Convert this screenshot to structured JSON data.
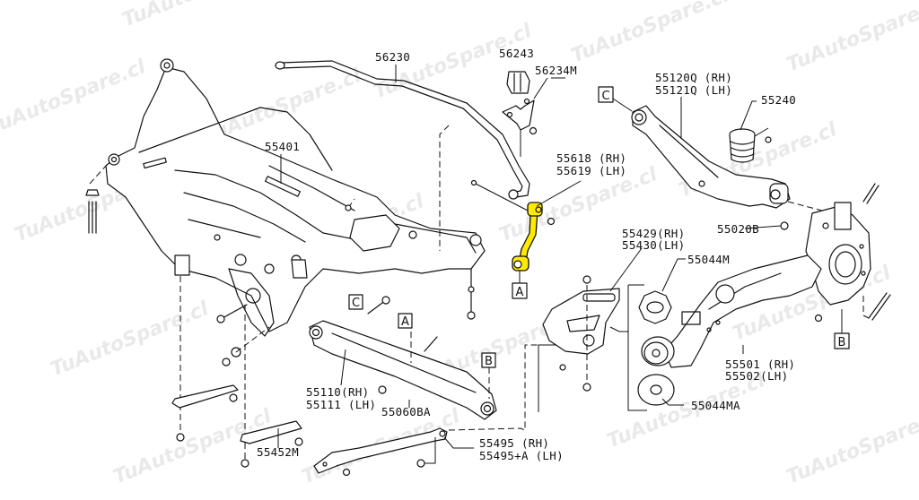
{
  "diagram": {
    "title": "Rear suspension exploded parts diagram",
    "watermark": "TuAutoSpare.cl",
    "highlight_color": "#ffea00",
    "line_color": "#111111",
    "highlighted_part": "55618 / 55619 stabilizer connecting rod"
  },
  "labels": {
    "p56230": "56230",
    "p56243": "56243",
    "p56234m": "56234M",
    "p55401": "55401",
    "p55618": "55618 (RH)",
    "p55619": "55619 (LH)",
    "p55120q": "55120Q (RH)",
    "p55121q": "55121Q (LH)",
    "p55240": "55240",
    "p55020b": "55020B",
    "p55429": "55429(RH)",
    "p55430": "55430(LH)",
    "p55044m": "55044M",
    "p55501": "55501 (RH)",
    "p55502": "55502(LH)",
    "p55044ma": "55044MA",
    "p55110": "55110(RH)",
    "p55111": "55111 (LH)",
    "p55060ba": "55060BA",
    "p55452m": "55452M",
    "p55495": "55495 (RH)",
    "p55495a": "55495+A (LH)"
  },
  "ref_markers": {
    "a": "A",
    "b": "B",
    "c": "C"
  }
}
